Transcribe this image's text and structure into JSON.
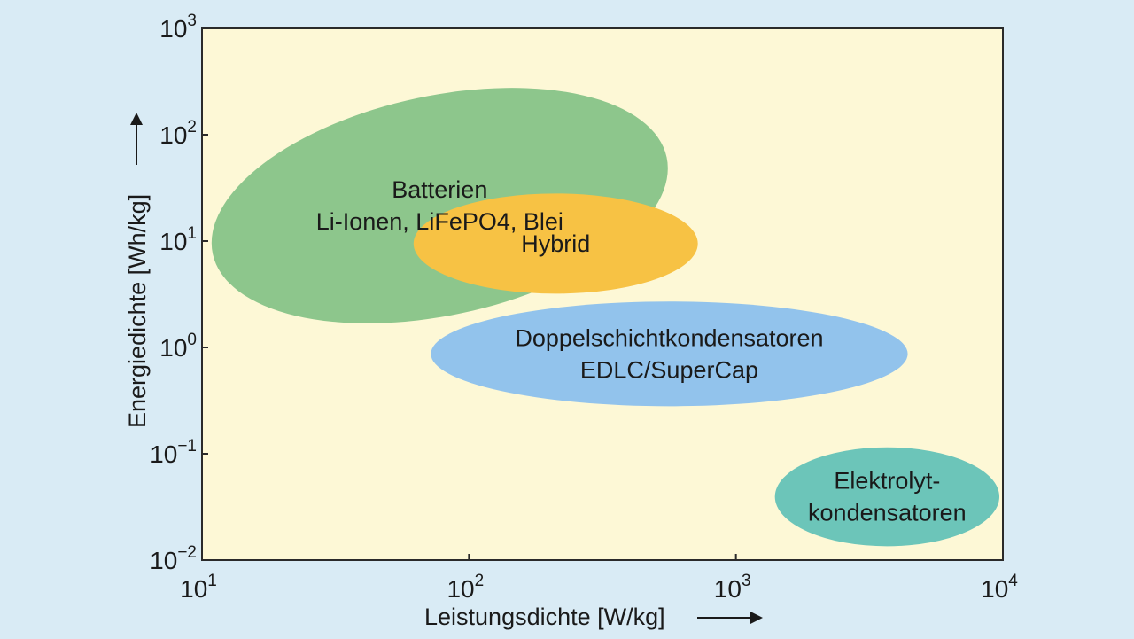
{
  "colors": {
    "background": "#d9ebf5",
    "plot_background": "#fdf8d6",
    "frame": "#2a2a2a",
    "batteries": "#8dc68c",
    "hybrid": "#f7c244",
    "edlc": "#92c3ec",
    "electrolytic": "#6cc5b9"
  },
  "chart_data": {
    "type": "scatter",
    "subtype": "ragone-regions",
    "xscale": "log",
    "yscale": "log",
    "xlim": [
      10,
      10000
    ],
    "ylim": [
      0.01,
      1000
    ],
    "grid": false,
    "legend": "none",
    "xlabel": "Leistungsdichte [W/kg]",
    "ylabel": "Energiedichte [Wh/kg]",
    "x_ticks": [
      {
        "value": 10,
        "base": "10",
        "exp": "1"
      },
      {
        "value": 100,
        "base": "10",
        "exp": "2"
      },
      {
        "value": 1000,
        "base": "10",
        "exp": "3"
      },
      {
        "value": 10000,
        "base": "10",
        "exp": "4"
      }
    ],
    "y_ticks": [
      {
        "value": 0.01,
        "base": "10",
        "exp": "−2"
      },
      {
        "value": 0.1,
        "base": "10",
        "exp": "−1"
      },
      {
        "value": 1,
        "base": "10",
        "exp": "0"
      },
      {
        "value": 10,
        "base": "10",
        "exp": "1"
      },
      {
        "value": 100,
        "base": "10",
        "exp": "2"
      },
      {
        "value": 1000,
        "base": "10",
        "exp": "3"
      }
    ],
    "regions": [
      {
        "id": "batteries",
        "label_lines": [
          "Batterien",
          "Li-Ionen, LiFePO4, Blei"
        ],
        "x_range": [
          10.5,
          575
        ],
        "y_range": [
          2.0,
          232
        ],
        "rotation_deg": -12,
        "color_key": "batteries"
      },
      {
        "id": "hybrid",
        "label_lines": [
          "Hybrid"
        ],
        "x_range": [
          62,
          720
        ],
        "y_range": [
          3.2,
          28
        ],
        "rotation_deg": 0,
        "color_key": "hybrid"
      },
      {
        "id": "edlc",
        "label_lines": [
          "Doppelschichtkondensatoren",
          "EDLC/SuperCap"
        ],
        "x_range": [
          72,
          4400
        ],
        "y_range": [
          0.28,
          2.7
        ],
        "rotation_deg": 0,
        "color_key": "edlc"
      },
      {
        "id": "electrolytic",
        "label_lines": [
          "Elektrolyt-",
          "kondensatoren"
        ],
        "x_range": [
          1400,
          9700
        ],
        "y_range": [
          0.0135,
          0.115
        ],
        "rotation_deg": 0,
        "color_key": "electrolytic"
      }
    ]
  }
}
